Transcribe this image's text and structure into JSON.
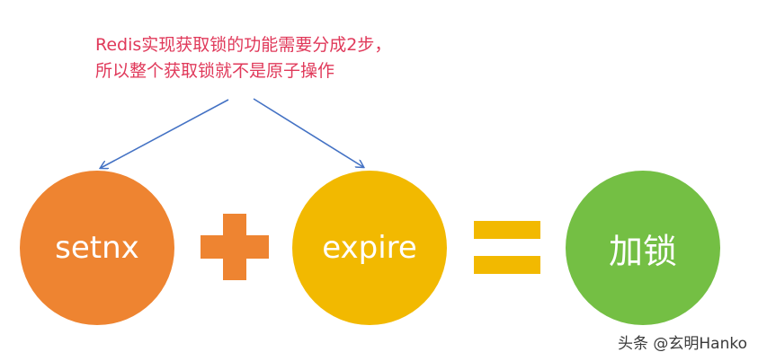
{
  "annotation": {
    "line1": "Redis实现获取锁的功能需要分成2步，",
    "line2": "所以整个获取锁就不是原子操作"
  },
  "terms": {
    "setnx": "setnx",
    "expire": "expire",
    "lock": "加锁"
  },
  "watermark": "头条 @玄明Hanko",
  "colors": {
    "annotation_text": "#e0395a",
    "arrow": "#4472c4",
    "setnx_circle": "#ee8431",
    "plus_sign": "#ee8431",
    "expire_circle": "#f2b900",
    "equals_sign": "#f2b900",
    "lock_circle": "#74bf44"
  }
}
